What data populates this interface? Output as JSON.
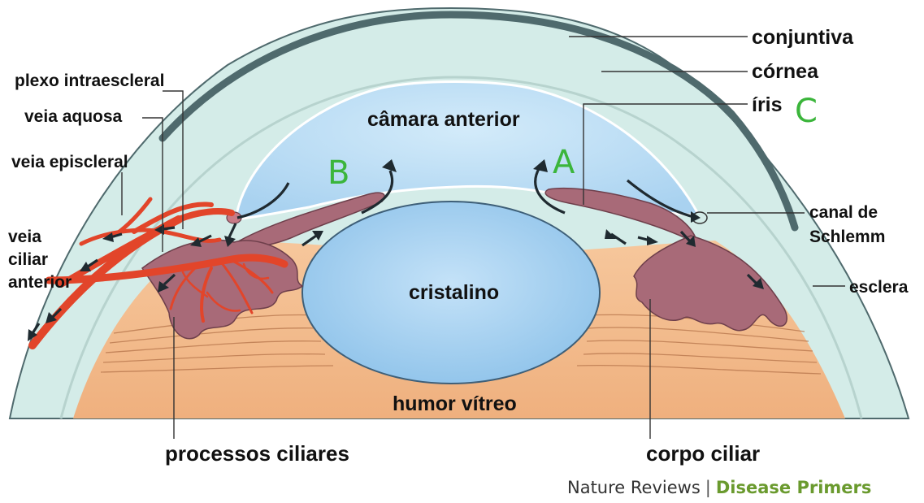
{
  "labels": {
    "conjuntiva": "conjuntiva",
    "cornea": "córnea",
    "iris": "íris",
    "camara_anterior": "câmara anterior",
    "plexo_intraescleral": "plexo intraescleral",
    "veia_aquosa": "veia aquosa",
    "veia_episcleral": "veia episcleral",
    "veia_ciliar_anterior_1": "veia",
    "veia_ciliar_anterior_2": "ciliar",
    "veia_ciliar_anterior_3": "anterior",
    "canal_schlemm_1": "canal de",
    "canal_schlemm_2": "Schlemm",
    "esclera": "esclera",
    "cristalino": "cristalino",
    "humor_vitreo": "humor vítreo",
    "processos_ciliares": "processos ciliares",
    "corpo_ciliar": "corpo ciliar"
  },
  "markers": {
    "a": "A",
    "b": "B",
    "c": "C"
  },
  "credit": {
    "journal": "Nature Reviews",
    "separator": "|",
    "series": "Disease Primers"
  },
  "colors": {
    "conjunctiva": "#4f6a6d",
    "cornea": "#d5ece8",
    "anterior_chamber": "#b9dbf3",
    "lens": "#9fcdf0",
    "iris_ciliary_body": "#a86a78",
    "vitreous": "#f1b98a",
    "zonules": "#d99a6c",
    "vessels": "#e2452a",
    "marker_green": "#3bb53b",
    "brand_green": "#6a9a2e"
  }
}
